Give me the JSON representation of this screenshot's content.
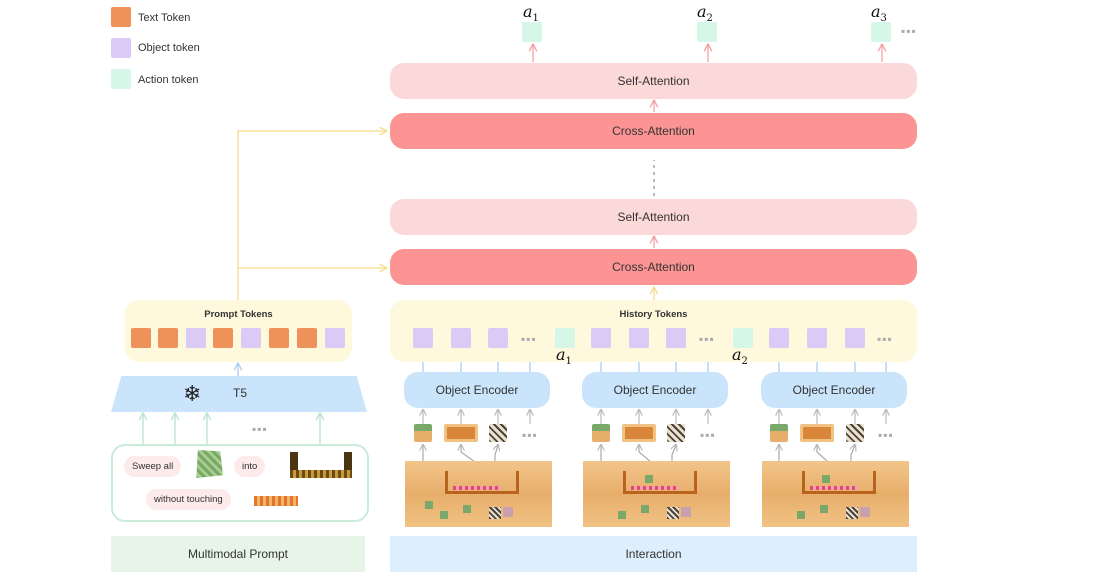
{
  "legend": [
    {
      "label": "Text Token",
      "color": "#ef915b"
    },
    {
      "label": "Object token",
      "color": "#dccaf6"
    },
    {
      "label": "Action token",
      "color": "#d6f6e8"
    }
  ],
  "outputs": {
    "a1": {
      "base": "a",
      "sub": "1"
    },
    "a2": {
      "base": "a",
      "sub": "2"
    },
    "a3": {
      "base": "a",
      "sub": "3"
    }
  },
  "layers": {
    "self_top": "Self-Attention",
    "cross_top": "Cross-Attention",
    "self_bottom": "Self-Attention",
    "cross_bottom": "Cross-Attention"
  },
  "prompt": {
    "tokens_title": "Prompt Tokens",
    "encoder": "T5",
    "encoder_icon": "snowflake-icon",
    "words": [
      "Sweep all",
      "into",
      "without touching"
    ],
    "section_label": "Multimodal Prompt"
  },
  "history": {
    "tokens_title": "History Tokens",
    "encoders": [
      "Object Encoder",
      "Object Encoder",
      "Object Encoder"
    ],
    "action_labels": [
      {
        "base": "a",
        "sub": "1"
      },
      {
        "base": "a",
        "sub": "2"
      }
    ],
    "section_label": "Interaction"
  },
  "colors": {
    "text_token": "#ef915b",
    "object_token": "#dccaf6",
    "action_token": "#d6f6e8",
    "self_attention": "#fcd9d9",
    "cross_attention": "#fb9493",
    "encoder": "#c9e4fb",
    "token_panel": "#fef9dc"
  }
}
